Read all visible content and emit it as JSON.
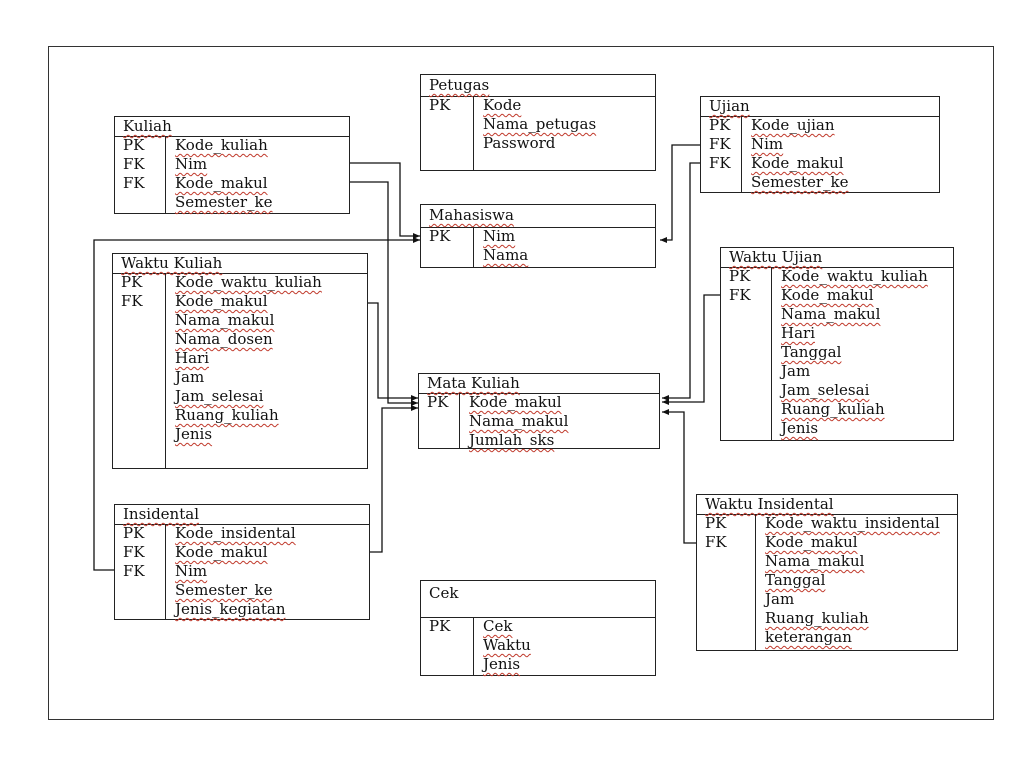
{
  "entities": [
    {
      "id": "petugas",
      "name": "Petugas",
      "rows": [
        {
          "key": "PK",
          "field": "Kode"
        },
        {
          "key": "",
          "field": "Nama_petugas"
        },
        {
          "key": "",
          "field": "Password"
        }
      ]
    },
    {
      "id": "kuliah",
      "name": "Kuliah",
      "rows": [
        {
          "key": "PK",
          "field": "Kode_kuliah"
        },
        {
          "key": "FK",
          "field": "Nim"
        },
        {
          "key": "FK",
          "field": "Kode_makul"
        },
        {
          "key": "",
          "field": "Semester_ke"
        }
      ]
    },
    {
      "id": "ujian",
      "name": "Ujian",
      "rows": [
        {
          "key": "PK",
          "field": "Kode_ujian"
        },
        {
          "key": "FK",
          "field": "Nim"
        },
        {
          "key": "FK",
          "field": "Kode_makul"
        },
        {
          "key": "",
          "field": "Semester_ke"
        }
      ]
    },
    {
      "id": "mahasiswa",
      "name": "Mahasiswa",
      "rows": [
        {
          "key": "PK",
          "field": "Nim"
        },
        {
          "key": "",
          "field": "Nama"
        }
      ]
    },
    {
      "id": "waktu_kuliah",
      "name": "Waktu Kuliah",
      "rows": [
        {
          "key": "PK",
          "field": "Kode_waktu_kuliah"
        },
        {
          "key": "FK",
          "field": "Kode_makul"
        },
        {
          "key": "",
          "field": "Nama_makul"
        },
        {
          "key": "",
          "field": "Nama_dosen"
        },
        {
          "key": "",
          "field": "Hari"
        },
        {
          "key": "",
          "field": "Jam"
        },
        {
          "key": "",
          "field": "Jam_selesai"
        },
        {
          "key": "",
          "field": "Ruang_kuliah"
        },
        {
          "key": "",
          "field": "Jenis"
        }
      ]
    },
    {
      "id": "waktu_ujian",
      "name": "Waktu Ujian",
      "rows": [
        {
          "key": "PK",
          "field": "Kode_waktu_kuliah"
        },
        {
          "key": "FK",
          "field": "Kode_makul"
        },
        {
          "key": "",
          "field": "Nama_makul"
        },
        {
          "key": "",
          "field": "Hari"
        },
        {
          "key": "",
          "field": "Tanggal"
        },
        {
          "key": "",
          "field": "Jam"
        },
        {
          "key": "",
          "field": "Jam_selesai"
        },
        {
          "key": "",
          "field": "Ruang_kuliah"
        },
        {
          "key": "",
          "field": "Jenis"
        }
      ]
    },
    {
      "id": "mata_kuliah",
      "name": "Mata Kuliah",
      "rows": [
        {
          "key": "PK",
          "field": "Kode_makul"
        },
        {
          "key": "",
          "field": "Nama_makul"
        },
        {
          "key": "",
          "field": "Jumlah_sks"
        }
      ]
    },
    {
      "id": "insidental",
      "name": "Insidental",
      "rows": [
        {
          "key": "PK",
          "field": "Kode_insidental"
        },
        {
          "key": "FK",
          "field": "Kode_makul"
        },
        {
          "key": "FK",
          "field": "Nim"
        },
        {
          "key": "",
          "field": "Semester_ke"
        },
        {
          "key": "",
          "field": "Jenis_kegiatan"
        }
      ]
    },
    {
      "id": "waktu_insidental",
      "name": "Waktu Insidental",
      "rows": [
        {
          "key": "PK",
          "field": "Kode_waktu_insidental"
        },
        {
          "key": "FK",
          "field": "Kode_makul"
        },
        {
          "key": "",
          "field": "Nama_makul"
        },
        {
          "key": "",
          "field": "Tanggal"
        },
        {
          "key": "",
          "field": "Jam"
        },
        {
          "key": "",
          "field": "Ruang_kuliah"
        },
        {
          "key": "",
          "field": "keterangan"
        }
      ]
    },
    {
      "id": "cek",
      "name": "Cek",
      "rows": [
        {
          "key": "PK",
          "field": "Cek"
        },
        {
          "key": "",
          "field": "Waktu"
        },
        {
          "key": "",
          "field": "Jenis"
        }
      ]
    }
  ],
  "relations": [
    {
      "from": "kuliah",
      "field": "Nim",
      "to": "mahasiswa"
    },
    {
      "from": "kuliah",
      "field": "Kode_makul",
      "to": "mata_kuliah"
    },
    {
      "from": "ujian",
      "field": "Nim",
      "to": "mahasiswa"
    },
    {
      "from": "ujian",
      "field": "Kode_makul",
      "to": "mata_kuliah"
    },
    {
      "from": "waktu_kuliah",
      "field": "Kode_makul",
      "to": "mata_kuliah"
    },
    {
      "from": "waktu_ujian",
      "field": "Kode_makul",
      "to": "mata_kuliah"
    },
    {
      "from": "insidental",
      "field": "Kode_makul",
      "to": "mata_kuliah"
    },
    {
      "from": "insidental",
      "field": "Nim",
      "to": "mahasiswa"
    },
    {
      "from": "waktu_insidental",
      "field": "Kode_makul",
      "to": "mata_kuliah"
    }
  ]
}
